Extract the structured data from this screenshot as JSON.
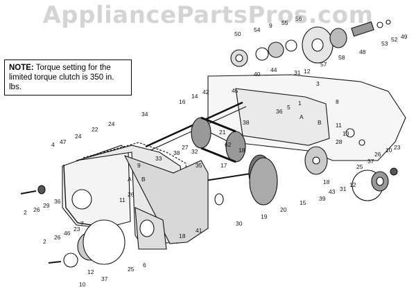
{
  "watermark": "AppliancePartsPros.com",
  "note": {
    "prefix": "NOTE:",
    "text": "Torque setting for the limited torque clutch is 350 in. lbs."
  },
  "callouts": [
    {
      "id": "c50",
      "text": "50"
    },
    {
      "id": "c54",
      "text": "54"
    },
    {
      "id": "c9",
      "text": "9"
    },
    {
      "id": "c55",
      "text": "55"
    },
    {
      "id": "c56",
      "text": "56"
    },
    {
      "id": "c57",
      "text": "57"
    },
    {
      "id": "c58",
      "text": "58"
    },
    {
      "id": "c48",
      "text": "48"
    },
    {
      "id": "c53",
      "text": "53"
    },
    {
      "id": "c52",
      "text": "52"
    },
    {
      "id": "c49",
      "text": "49"
    },
    {
      "id": "c40",
      "text": "40"
    },
    {
      "id": "c44",
      "text": "44"
    },
    {
      "id": "c31a",
      "text": "31"
    },
    {
      "id": "c12a",
      "text": "12"
    },
    {
      "id": "c3",
      "text": "3"
    },
    {
      "id": "c45",
      "text": "45"
    },
    {
      "id": "c36a",
      "text": "36"
    },
    {
      "id": "c5",
      "text": "5"
    },
    {
      "id": "c1",
      "text": "1"
    },
    {
      "id": "c16",
      "text": "16"
    },
    {
      "id": "c14",
      "text": "14"
    },
    {
      "id": "c42",
      "text": "42"
    },
    {
      "id": "c8",
      "text": "8"
    },
    {
      "id": "c34",
      "text": "34"
    },
    {
      "id": "c21",
      "text": "21"
    },
    {
      "id": "c62",
      "text": "62"
    },
    {
      "id": "c38",
      "text": "38"
    },
    {
      "id": "cA1",
      "text": "A"
    },
    {
      "id": "cB1",
      "text": "B"
    },
    {
      "id": "c11",
      "text": "11"
    },
    {
      "id": "c13",
      "text": "13"
    },
    {
      "id": "c28",
      "text": "28"
    },
    {
      "id": "c4",
      "text": "4"
    },
    {
      "id": "c47",
      "text": "47"
    },
    {
      "id": "c24a",
      "text": "24"
    },
    {
      "id": "c22",
      "text": "22"
    },
    {
      "id": "c24b",
      "text": "24"
    },
    {
      "id": "c27",
      "text": "27"
    },
    {
      "id": "c38b",
      "text": "38"
    },
    {
      "id": "c32",
      "text": "32"
    },
    {
      "id": "c33",
      "text": "33"
    },
    {
      "id": "c9b",
      "text": "9"
    },
    {
      "id": "c35",
      "text": "35"
    },
    {
      "id": "c17",
      "text": "17"
    },
    {
      "id": "c18a",
      "text": "18"
    },
    {
      "id": "c26a",
      "text": "26"
    },
    {
      "id": "c10a",
      "text": "10"
    },
    {
      "id": "c23a",
      "text": "23"
    },
    {
      "id": "c37a",
      "text": "37"
    },
    {
      "id": "c25a",
      "text": "25"
    },
    {
      "id": "c2a",
      "text": "2"
    },
    {
      "id": "c26b",
      "text": "26"
    },
    {
      "id": "c29",
      "text": "29"
    },
    {
      "id": "c36b",
      "text": "36"
    },
    {
      "id": "cA2",
      "text": "A"
    },
    {
      "id": "cB2",
      "text": "B"
    },
    {
      "id": "c26c",
      "text": "26"
    },
    {
      "id": "c11b",
      "text": "11"
    },
    {
      "id": "c7",
      "text": "7"
    },
    {
      "id": "c18b",
      "text": "18"
    },
    {
      "id": "c15",
      "text": "15"
    },
    {
      "id": "c39",
      "text": "39"
    },
    {
      "id": "c43",
      "text": "43"
    },
    {
      "id": "c31b",
      "text": "31"
    },
    {
      "id": "c12b",
      "text": "12"
    },
    {
      "id": "c20",
      "text": "20"
    },
    {
      "id": "c19",
      "text": "19"
    },
    {
      "id": "c30",
      "text": "30"
    },
    {
      "id": "c41",
      "text": "41"
    },
    {
      "id": "c18c",
      "text": "18"
    },
    {
      "id": "c2b",
      "text": "2"
    },
    {
      "id": "c26d",
      "text": "26"
    },
    {
      "id": "c46",
      "text": "46"
    },
    {
      "id": "c23b",
      "text": "23"
    },
    {
      "id": "c25b",
      "text": "25"
    },
    {
      "id": "c6",
      "text": "6"
    },
    {
      "id": "c12c",
      "text": "12"
    },
    {
      "id": "c37b",
      "text": "37"
    },
    {
      "id": "c10b",
      "text": "10"
    }
  ]
}
